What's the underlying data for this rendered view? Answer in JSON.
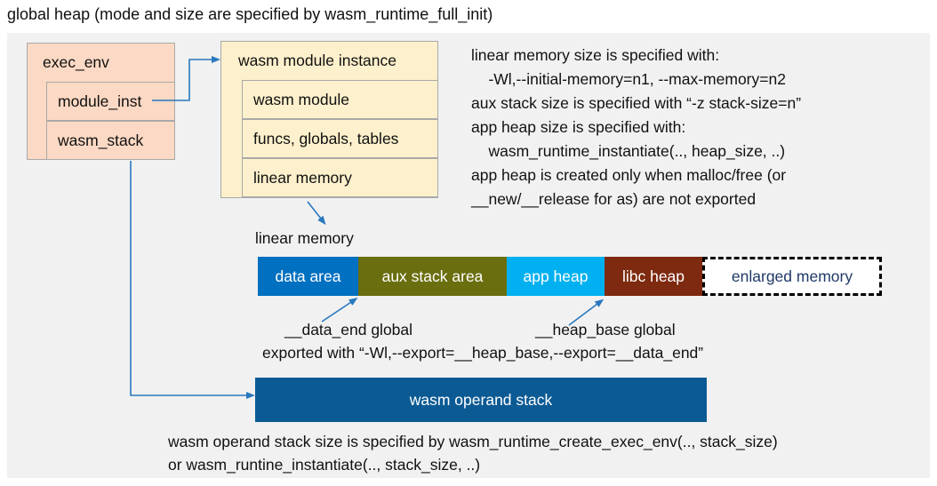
{
  "title": "global heap (mode and size are specified by wasm_runtime_full_init)",
  "colors": {
    "panel": "#f1f1f1",
    "salmon": "#fcd9c4",
    "cream": "#fdf0cc",
    "box_border": "#a9a9a9",
    "arrow": "#2878be",
    "operand_stack": "#0b5a94",
    "enlarged_text": "#1f3a67"
  },
  "exec_env": {
    "header": "exec_env",
    "rows": [
      "module_inst",
      "wasm_stack"
    ]
  },
  "module_instance": {
    "header": "wasm module instance",
    "rows": [
      "wasm module",
      "funcs, globals, tables",
      "linear memory"
    ]
  },
  "notes": {
    "lines": [
      "linear memory size is specified with:",
      "    -Wl,--initial-memory=n1, --max-memory=n2",
      "aux stack size is specified with “-z stack-size=n”",
      "app heap size is specified with:",
      "    wasm_runtime_instantiate(.., heap_size, ..)",
      "app heap is created only when malloc/free (or",
      "__new/__release for as) are not exported"
    ]
  },
  "linear_memory": {
    "label": "linear memory",
    "segments": [
      {
        "label": "data area",
        "color": "#0070c0",
        "text_color": "#ffffff"
      },
      {
        "label": "aux stack area",
        "color": "#6a6e0e",
        "text_color": "#ffffff"
      },
      {
        "label": "app heap",
        "color": "#00b0f0",
        "text_color": "#ffffff"
      },
      {
        "label": "libc heap",
        "color": "#7e2a10",
        "text_color": "#ffffff"
      },
      {
        "label": "enlarged memory",
        "color": "#ffffff",
        "text_color": "#1f3a67"
      }
    ]
  },
  "annotations": {
    "data_end": "__data_end global",
    "heap_base": "__heap_base global",
    "exported": "exported with “-Wl,--export=__heap_base,--export=__data_end”"
  },
  "operand_stack": {
    "label": "wasm operand stack",
    "caption_line1": "wasm operand stack size is specified by wasm_runtime_create_exec_env(.., stack_size)",
    "caption_line2": "or wasm_runtine_instantiate(.., stack_size, ..)"
  }
}
